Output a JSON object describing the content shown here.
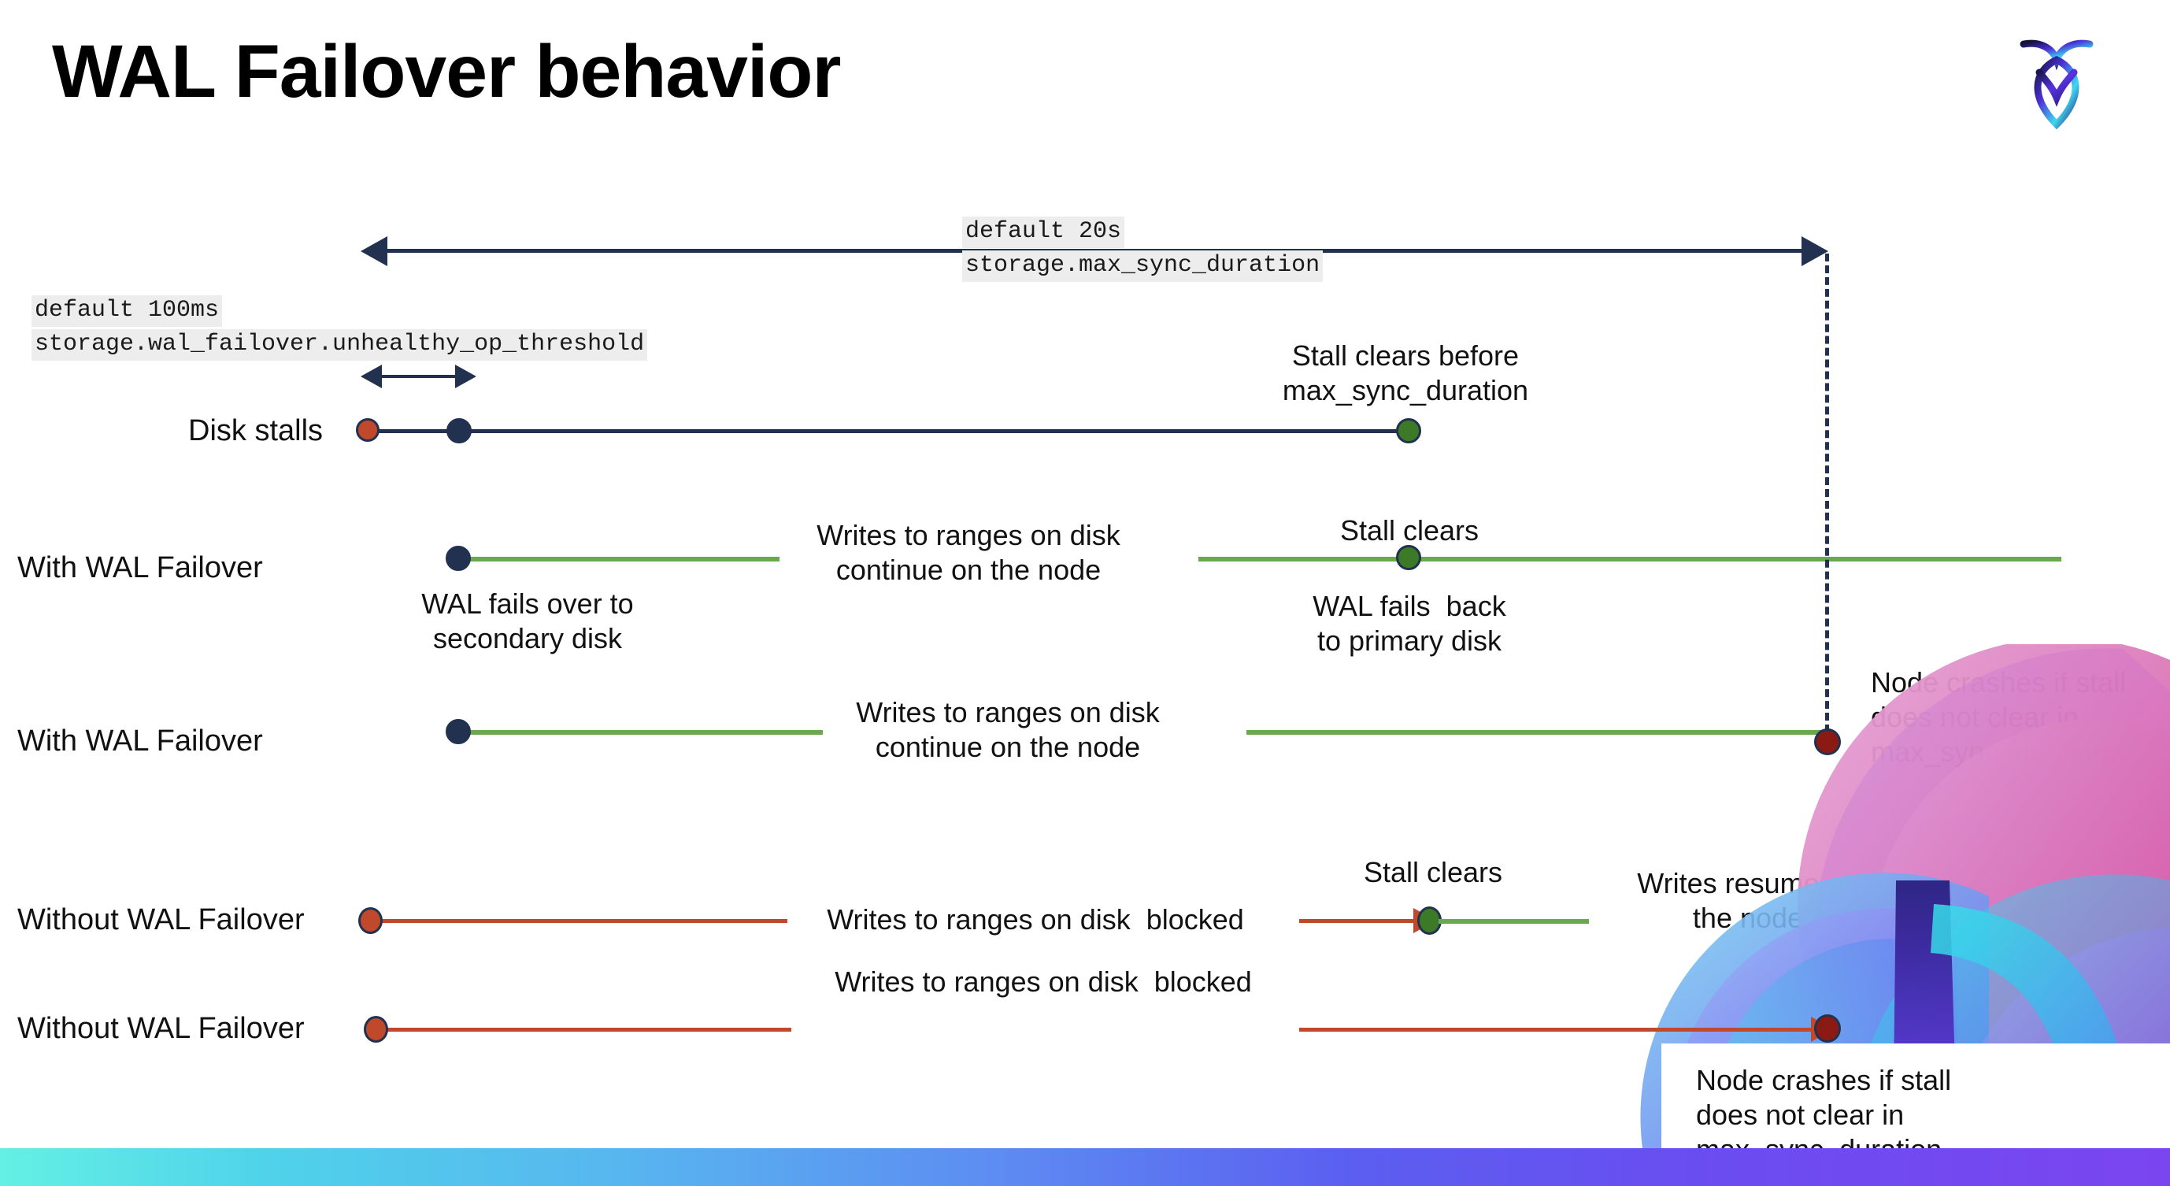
{
  "slide": {
    "title": "WAL Failover behavior",
    "logo_name": "cockroachdb-logo"
  },
  "colors": {
    "navy": "#22314f",
    "green_line": "#6aa84f",
    "green_dot": "#3c7a28",
    "red_line": "#c0492b",
    "red_dot": "#c0492b",
    "dark_red_dot": "#8b1a15",
    "code_bg": "#ededed",
    "bar_gradient_start": "#64f0e4",
    "bar_gradient_end": "#7b45ef"
  },
  "annotations": {
    "max_sync": {
      "default": "default 20s",
      "setting": "storage.max_sync_duration"
    },
    "unhealthy_op": {
      "default": "default 100ms",
      "setting": "storage.wal_failover.unhealthy_op_threshold"
    }
  },
  "rows": [
    {
      "id": "disk-stalls",
      "label": "Disk stalls",
      "notes": [
        "Stall clears before\nmax_sync_duration"
      ]
    },
    {
      "id": "with-wal-failover-1",
      "label": "With WAL Failover",
      "notes": [
        "Writes to ranges on disk\ncontinue on the node",
        "Stall clears",
        "WAL fails over to\nsecondary disk",
        "WAL fails  back\nto primary disk"
      ]
    },
    {
      "id": "with-wal-failover-2",
      "label": "With WAL Failover",
      "notes": [
        "Writes to ranges on disk\ncontinue on the node",
        "Node crashes if stall\ndoes not clear in\nmax_sync_duration"
      ]
    },
    {
      "id": "without-wal-failover-1",
      "label": "Without WAL Failover",
      "notes": [
        "Writes to ranges on disk  blocked",
        "Stall clears",
        "Writes resume on\nthe node"
      ]
    },
    {
      "id": "without-wal-failover-2",
      "label": "Without WAL Failover",
      "notes": [
        "Writes to ranges on disk  blocked",
        "Node crashes if stall\ndoes not clear in\nmax_sync_duration"
      ]
    }
  ],
  "labels": {
    "disk_stalls": "Disk stalls",
    "with_wal_failover_1": "With WAL Failover",
    "with_wal_failover_2": "With WAL Failover",
    "without_wal_failover_1": "Without WAL Failover",
    "without_wal_failover_2": "Without WAL Failover",
    "stall_clears_before": "Stall clears before\nmax_sync_duration",
    "writes_continue_1": "Writes to ranges on disk\ncontinue on the node",
    "writes_continue_2": "Writes to ranges on disk\ncontinue on the node",
    "stall_clears_a": "Stall clears",
    "stall_clears_b": "Stall clears",
    "wal_fails_over": "WAL fails over to\nsecondary disk",
    "wal_fails_back": "WAL fails  back\nto primary disk",
    "node_crashes_1": "Node crashes if stall\ndoes not clear in\nmax_sync_duration",
    "node_crashes_2": "Node crashes if stall\ndoes not clear in\nmax_sync_duration",
    "writes_blocked_1": "Writes to ranges on disk  blocked",
    "writes_blocked_2": "Writes to ranges on disk  blocked",
    "writes_resume": "Writes resume on\nthe node"
  }
}
